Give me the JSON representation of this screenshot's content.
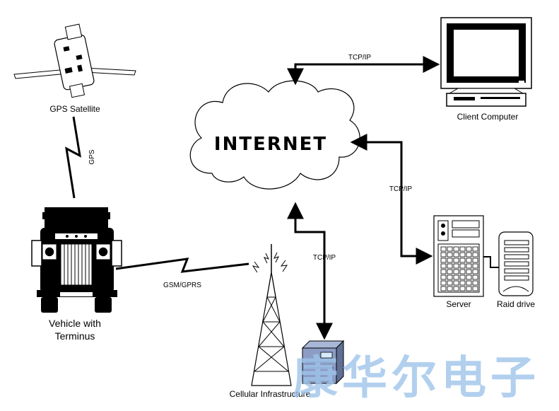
{
  "internet": {
    "label": "INTERNET"
  },
  "nodes": {
    "gps_satellite": "GPS Satellite",
    "vehicle_line1": "Vehicle with",
    "vehicle_line2": "Terminus",
    "client_computer": "Client Computer",
    "server": "Server",
    "raid_drive": "Raid drive",
    "cellular": "Cellular Infrastructure"
  },
  "links": {
    "gps": "GPS",
    "gsm": "GSM/GPRS",
    "tcp_client": "TCP/IP",
    "tcp_server": "TCP/IP",
    "tcp_cellular": "TCP/IP"
  },
  "watermark": "康华尔电子"
}
